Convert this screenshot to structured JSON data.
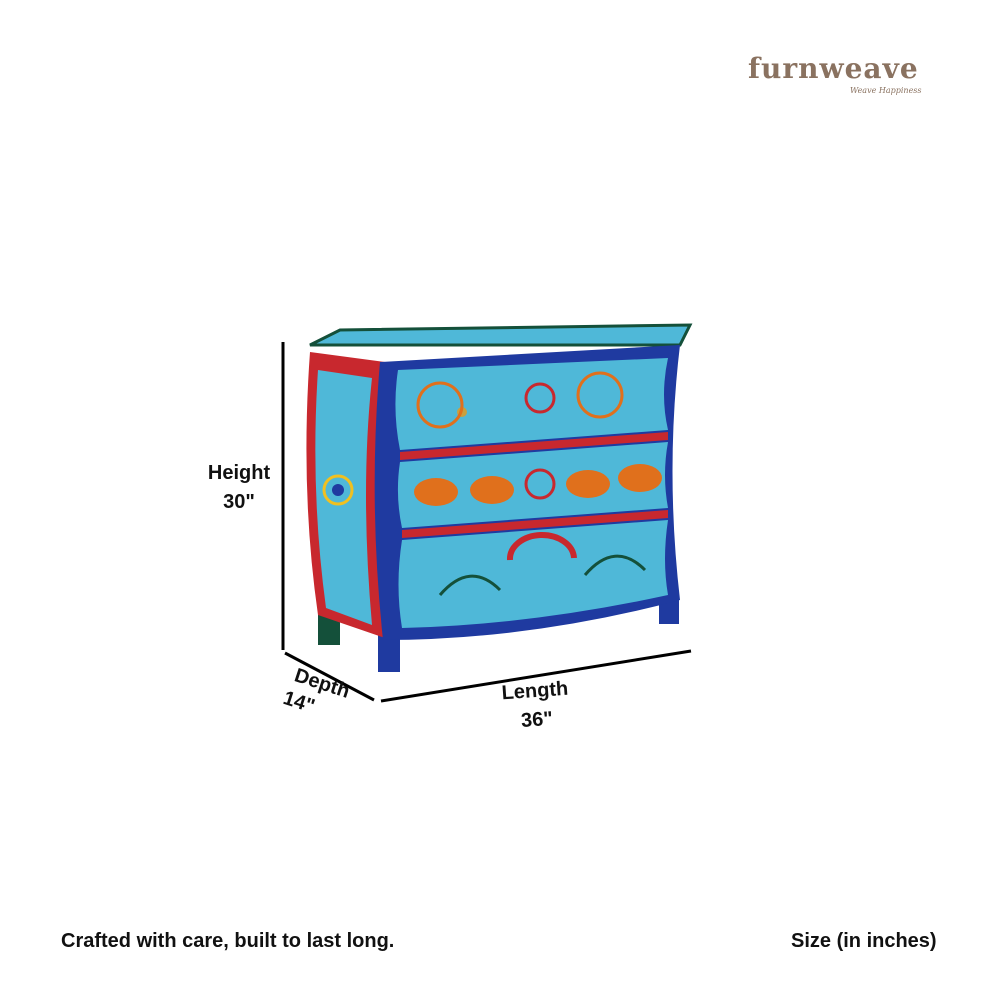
{
  "brand": {
    "name": "furnweave",
    "tagline": "Weave Happiness"
  },
  "dimensions": {
    "height_label": "Height",
    "height_value": "30\"",
    "depth_label": "Depth",
    "depth_value": "14\"",
    "length_label": "Length",
    "length_value": "36\""
  },
  "footer": {
    "tagline": "Crafted with care, built to last long.",
    "size_note": "Size (in inches)"
  },
  "colors": {
    "sky_blue": "#4fb8d8",
    "royal_blue": "#1f3aa0",
    "red": "#c8282e",
    "orange": "#e0701c",
    "dark_green": "#14503a"
  }
}
